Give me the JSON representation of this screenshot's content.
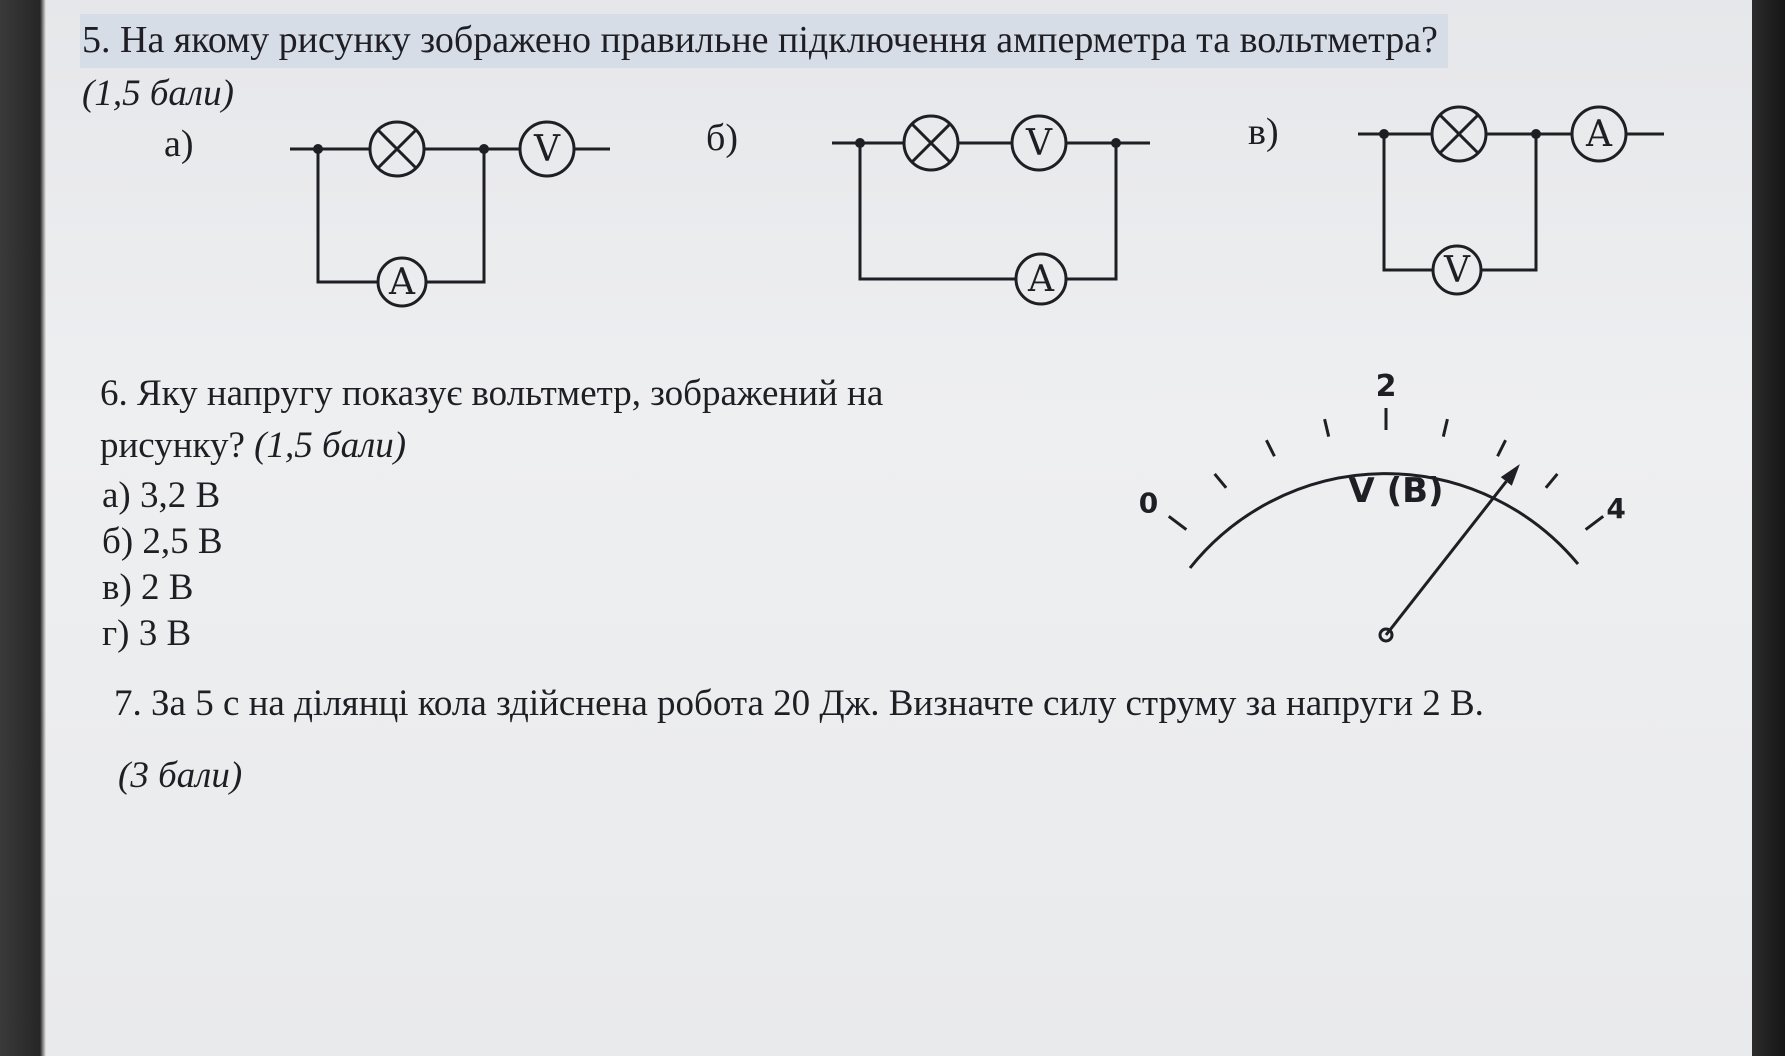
{
  "q5": {
    "text": "5. На якому рисунку зображено правильне підключення амперметра та вольтметра?",
    "points": "(1,5 бали)",
    "labels": {
      "a": "а)",
      "b": "б)",
      "c": "в)"
    }
  },
  "meters": {
    "voltmeter": "V",
    "ammeter": "A"
  },
  "q6": {
    "line1": "6. Яку напругу показує вольтметр, зображений на",
    "line2": "рисунку?",
    "points": "(1,5 бали)",
    "options": [
      "а) 3,2 В",
      "б) 2,5 В",
      "в) 2 В",
      "г) 3 В"
    ],
    "dial": {
      "min_label": "0",
      "mid_label": "2",
      "max_label": "4",
      "unit_label": "V (В)",
      "pointer_value": 3.2
    }
  },
  "q7": {
    "text": "7. За 5 с на ділянці кола здійснена робота 20 Дж. Визначте силу струму за напруги 2 В.",
    "points": "(3 бали)"
  }
}
